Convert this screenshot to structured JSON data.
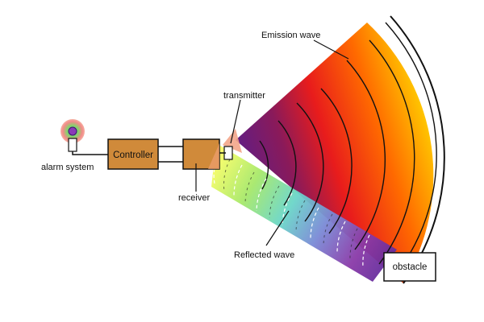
{
  "diagram": {
    "components": {
      "alarm": "alarm system",
      "controller": "Controller",
      "receiver": "receiver",
      "transmitter": "transmitter",
      "obstacle": "obstacle"
    },
    "waves": {
      "emission": "Emission wave",
      "reflected": "Reflected wave"
    },
    "colors": {
      "box_fill": "#d08a3a",
      "box_stroke": "#111111",
      "emission_inner": "#6a2a9a",
      "emission_mid": "#e81c1c",
      "emission_outer": "#ffe600",
      "reflected_near": "#ffff66",
      "reflected_far": "#5a2a9a"
    }
  }
}
